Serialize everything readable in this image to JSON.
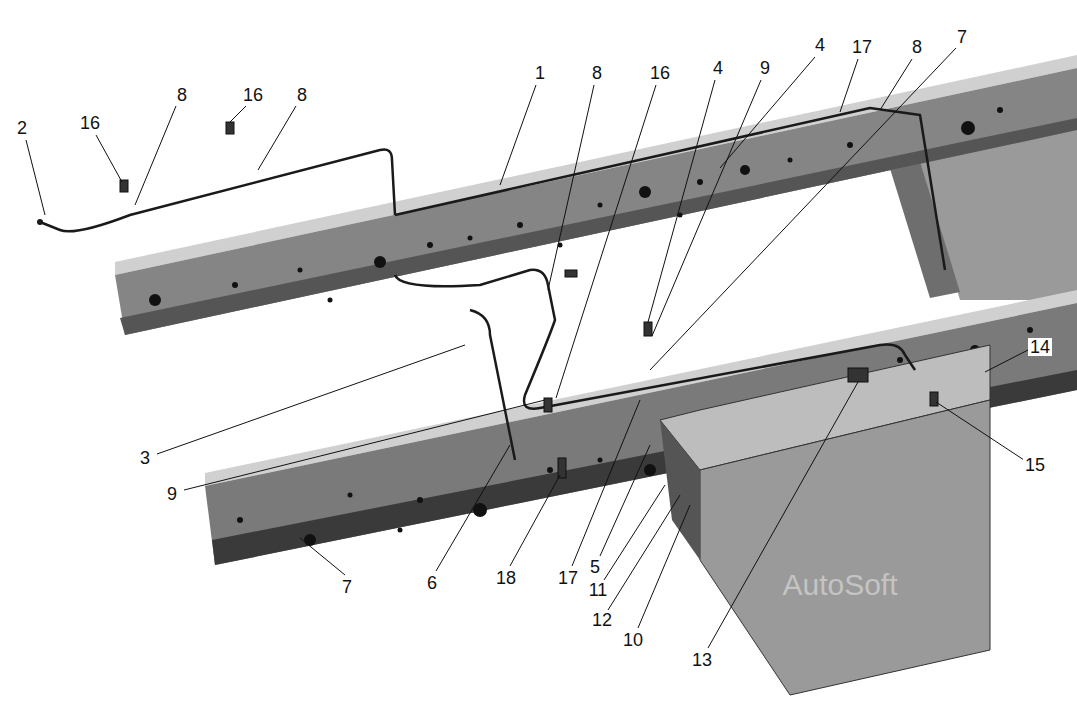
{
  "diagram": {
    "labels": [
      "2",
      "16",
      "8",
      "16",
      "8",
      "1",
      "8",
      "16",
      "4",
      "9",
      "4",
      "17",
      "8",
      "7",
      "14",
      "3",
      "9",
      "15",
      "7",
      "6",
      "18",
      "17",
      "5",
      "11",
      "12",
      "10",
      "13",
      "AutoSoft"
    ]
  }
}
